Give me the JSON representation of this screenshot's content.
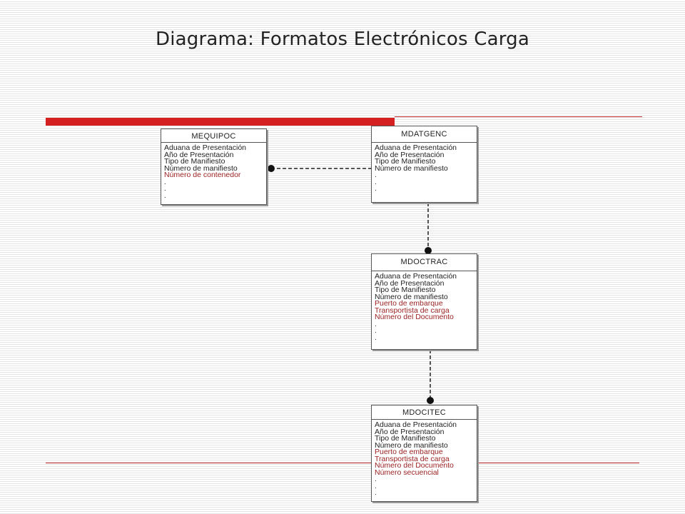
{
  "title": "Diagrama: Formatos Electrónicos Carga",
  "entities": {
    "mequipoc": {
      "name": "MEQUIPOC",
      "fields": [
        "Aduana de Presentación",
        "Año de Presentación",
        "Tipo de Manifiesto",
        "Número de manifiesto"
      ],
      "extra_fields": [
        "Número de contenedor"
      ],
      "ellipsis": [
        ".",
        ".",
        "."
      ]
    },
    "mdatgenc": {
      "name": "MDATGENC",
      "fields": [
        "Aduana de Presentación",
        "Año de Presentación",
        "Tipo de Manifiesto",
        "Número de manifiesto"
      ],
      "extra_fields": [],
      "ellipsis": [
        ".",
        ".",
        "."
      ]
    },
    "mdoctrac": {
      "name": "MDOCTRAC",
      "fields": [
        "Aduana de Presentación",
        "Año de Presentación",
        "Tipo de Manifiesto",
        "Número de manifiesto"
      ],
      "extra_fields": [
        "Puerto de embarque",
        "Transportista de carga",
        "Número del Documento"
      ],
      "ellipsis": [
        ".",
        ".",
        "."
      ]
    },
    "mdocitec": {
      "name": "MDOCITEC",
      "fields": [
        "Aduana de Presentación",
        "Año de Presentación",
        "Tipo de Manifiesto",
        "Número de manifiesto"
      ],
      "extra_fields": [
        "Puerto de embarque",
        "Transportista de carga",
        "Número del Documento",
        "Número secuencial"
      ],
      "ellipsis": [
        ".",
        ".",
        "."
      ]
    }
  },
  "relationships": [
    {
      "from": "mdatgenc",
      "to": "mequipoc",
      "style": "dashed"
    },
    {
      "from": "mdatgenc",
      "to": "mdoctrac",
      "style": "dashed"
    },
    {
      "from": "mdoctrac",
      "to": "mdocitec",
      "style": "dashed"
    }
  ],
  "colors": {
    "accent_rule": "#d42020",
    "key_field_text": "#222222",
    "extra_field_text": "#9b2222"
  }
}
